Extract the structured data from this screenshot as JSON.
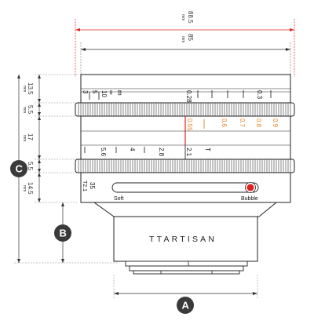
{
  "dimensions": {
    "overall_width": {
      "value": "88.5",
      "unit": "mm"
    },
    "body_width": {
      "value": "85",
      "unit": "mm"
    },
    "top_section": {
      "value": "13.5",
      "unit": "mm"
    },
    "upper_grip": {
      "value": "5.5",
      "unit": "mm"
    },
    "aperture_section": {
      "value": "17",
      "unit": "mm"
    },
    "lower_grip": {
      "value": "5.5",
      "unit": "mm"
    },
    "bottom_section": {
      "value": "14.5",
      "unit": "mm"
    }
  },
  "callouts": {
    "a": "A",
    "b": "B",
    "c": "C"
  },
  "distance_scale": [
    "∞",
    "10",
    "5",
    "3",
    "m"
  ],
  "distance_scale_right": [
    "0.28",
    "0.3"
  ],
  "aperture_scale": [
    "0.55",
    "0.6",
    "0.7",
    "0.8",
    "0.9"
  ],
  "feet_scale": [
    "5.6",
    "4",
    "2.8",
    "2.1",
    "T"
  ],
  "lens_marking": {
    "focal": "35",
    "tstop": "T2.1"
  },
  "slider": {
    "left_label": "Soft",
    "right_label": "Bubble"
  },
  "brand": "TTARTISAN",
  "colors": {
    "dimension_line": "#e02020",
    "badge": "#3a3a3a",
    "scale_orange": "#e8821e",
    "knob_red": "#e02020"
  }
}
